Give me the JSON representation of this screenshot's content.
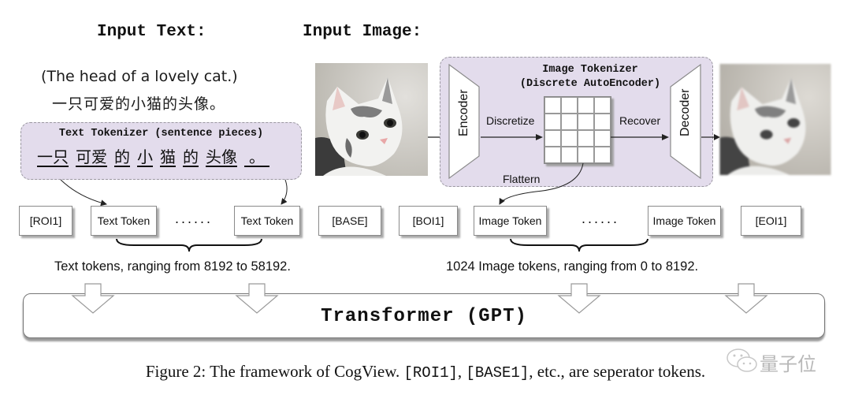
{
  "headings": {
    "input_text": "Input Text:",
    "input_image": "Input Image:"
  },
  "input_text": {
    "english": "(The head of a lovely cat.)",
    "chinese": "一只可爱的小猫的头像。"
  },
  "text_tokenizer": {
    "title": "Text Tokenizer (sentence pieces)",
    "pieces": [
      "一只",
      "可爱",
      "的",
      "小",
      "猫",
      "的",
      "头像",
      "。"
    ]
  },
  "image_tokenizer": {
    "title_line1": "Image Tokenizer",
    "title_line2": "(Discrete AutoEncoder)",
    "encoder_label": "Encoder",
    "decoder_label": "Decoder",
    "discretize_label": "Discretize",
    "recover_label": "Recover",
    "flatten_label": "Flattern",
    "grid": {
      "rows": 4,
      "cols": 4
    }
  },
  "images": {
    "input": "kitten photo (input)",
    "output": "kitten photo (reconstructed, blurred)"
  },
  "tokens": [
    {
      "label": "[ROI1]",
      "kind": "separator"
    },
    {
      "label": "Text Token",
      "kind": "text"
    },
    {
      "label": "......",
      "kind": "ellipsis"
    },
    {
      "label": "Text Token",
      "kind": "text"
    },
    {
      "label": "[BASE]",
      "kind": "separator"
    },
    {
      "label": "[BOI1]",
      "kind": "separator"
    },
    {
      "label": "Image Token",
      "kind": "image"
    },
    {
      "label": "......",
      "kind": "ellipsis"
    },
    {
      "label": "Image Token",
      "kind": "image"
    },
    {
      "label": "[EOI1]",
      "kind": "separator"
    }
  ],
  "ranges": {
    "text": "Text tokens, ranging from 8192 to 58192.",
    "image": "1024 Image tokens, ranging from 0 to 8192."
  },
  "transformer": {
    "label": "Transformer (GPT)"
  },
  "caption": {
    "prefix": "Figure 2: The framework of CogView. ",
    "code1": "[ROI1]",
    "sep": ", ",
    "code2": "[BASE1]",
    "suffix": ", etc., are seperator tokens."
  },
  "watermark": {
    "text": "量子位"
  },
  "colors": {
    "tokenizer_fill": "#e3dcec",
    "tokenizer_border": "#9a97a0"
  }
}
